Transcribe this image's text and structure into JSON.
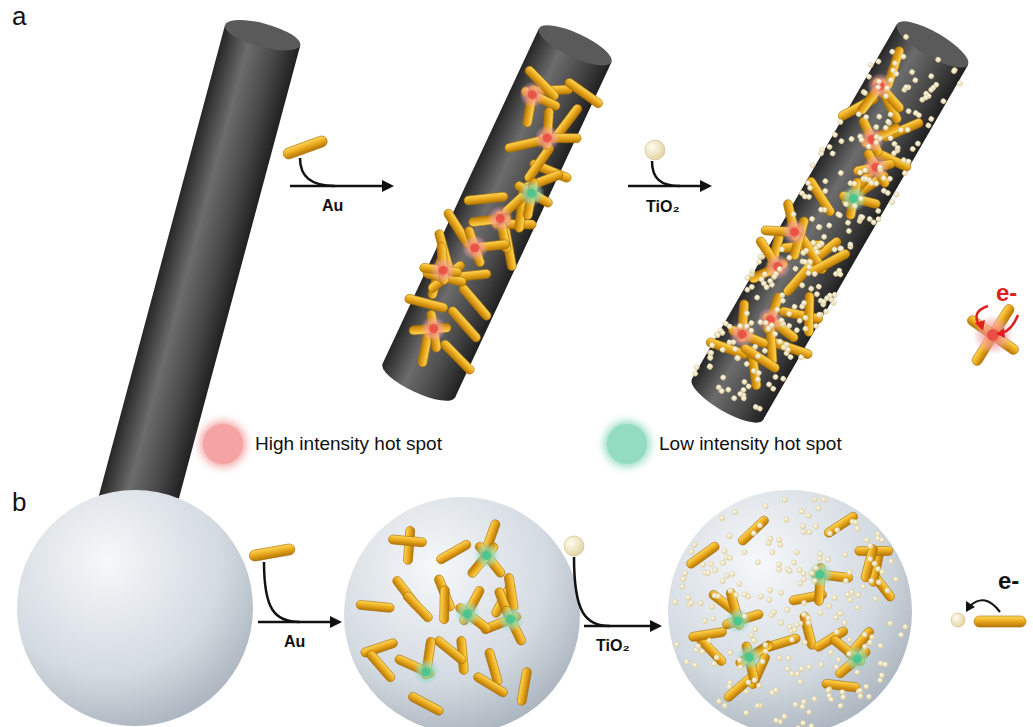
{
  "diagram": {
    "labels": [
      "a",
      "Au",
      "TiO₂",
      "e-",
      "b",
      "Au",
      "TiO₂",
      "e-"
    ],
    "legend": [
      {
        "text": "High intensity hot spot",
        "color": "#f5a3a3"
      },
      {
        "text": "Low intensity hot spot",
        "color": "#93dcc2"
      }
    ]
  }
}
